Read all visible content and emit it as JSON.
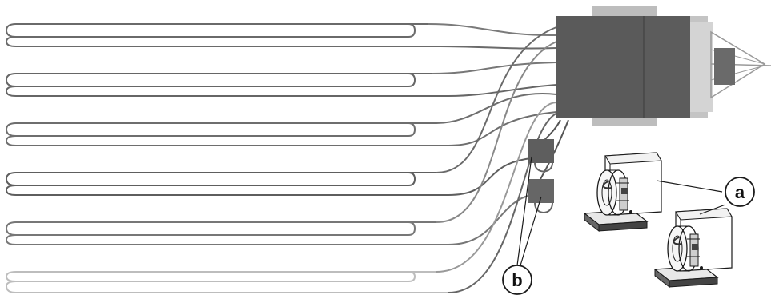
{
  "labels": {
    "a": "a",
    "b": "b"
  },
  "colors": {
    "streamer_shades": [
      "#666666",
      "#6c6c6c",
      "#707070",
      "#6a6a6a",
      "#7a7a7a",
      "#bdbdbd"
    ],
    "vessel_dark": "#5a5a5a",
    "vessel_light": "#bdbdbd",
    "vessel_mid": "#9a9a9a",
    "source_box": "#606060",
    "winch_outline": "#1a1a1a"
  },
  "icons": [
    "streamer-cable",
    "tow-vessel",
    "source-float",
    "cable-winch",
    "callout-circle"
  ]
}
